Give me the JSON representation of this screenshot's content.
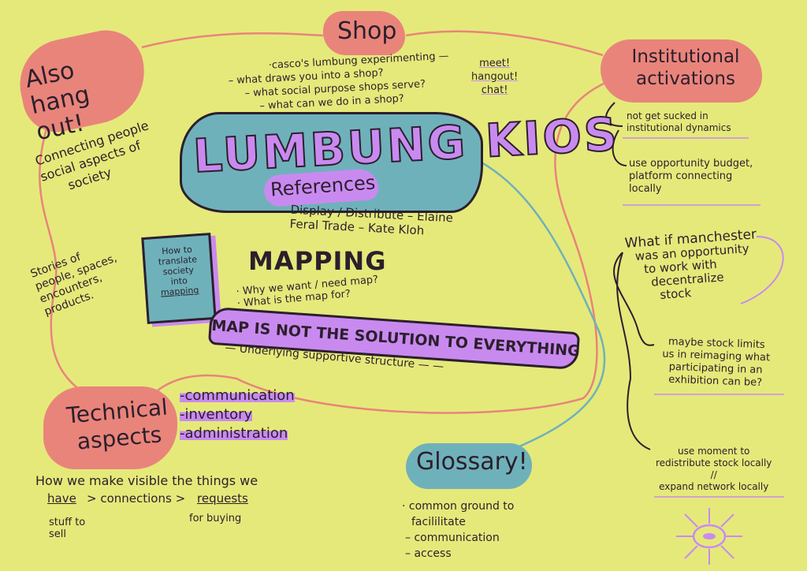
{
  "colors": {
    "background": "#e5e97a",
    "salmon": "#e9847b",
    "teal": "#6fb1ba",
    "purple": "#c98af0",
    "ink": "#2b1f2c"
  },
  "shop": {
    "title": "Shop",
    "lines": [
      "·casco's lumbung experimenting —",
      "– what draws you into a shop?",
      "– what social purpose shops serve?",
      "– what can we do in a shop?"
    ],
    "side": [
      "meet!",
      "hangout!",
      "chat!"
    ]
  },
  "hangout": {
    "title": "Also hang out!",
    "lines": [
      "Connecting people",
      "social aspects of",
      "society"
    ],
    "stories": [
      "Stories of",
      "people, spaces,",
      "encounters,",
      "products."
    ]
  },
  "center": {
    "title": "LUMBUNG KIOS",
    "references_title": "References",
    "references": [
      "Display / Distribute – Elaine",
      "Feral Trade – Kate Kloh"
    ]
  },
  "book": {
    "lines": [
      "How to",
      "translate",
      "society",
      "into",
      "mapping"
    ]
  },
  "mapping": {
    "title": "MAPPING",
    "lines": [
      "· Why we want / need map?",
      "· What is the map for?"
    ],
    "banner": "MAP IS NOT THE SOLUTION TO EVERYTHING",
    "sub": "— Underlying supportive structure — —"
  },
  "institutional": {
    "title": "Institutional activations",
    "items": [
      "not get sucked in institutional dynamics",
      "use opportunity budget, platform connecting locally"
    ]
  },
  "manchester": {
    "question": [
      "What if manchester",
      "was an opportunity",
      "to work with",
      "decentralize",
      "stock"
    ],
    "items": [
      [
        "maybe stock limits",
        "us in reimaging what",
        "participating in an",
        "exhibition can be?"
      ],
      [
        "use moment to",
        "redistribute stock locally",
        "//",
        "expand network locally"
      ]
    ]
  },
  "technical": {
    "title": "Technical aspects",
    "items": [
      "-communication",
      "-inventory",
      "-administration"
    ],
    "visible": "How we make visible the things we",
    "flow": [
      "have",
      "> connections >",
      "requests"
    ],
    "notes": [
      "stuff to sell",
      "for buying"
    ]
  },
  "glossary": {
    "title": "Glossary!",
    "lines": [
      "· common ground to",
      "facililitate",
      "– communication",
      "– access"
    ]
  }
}
